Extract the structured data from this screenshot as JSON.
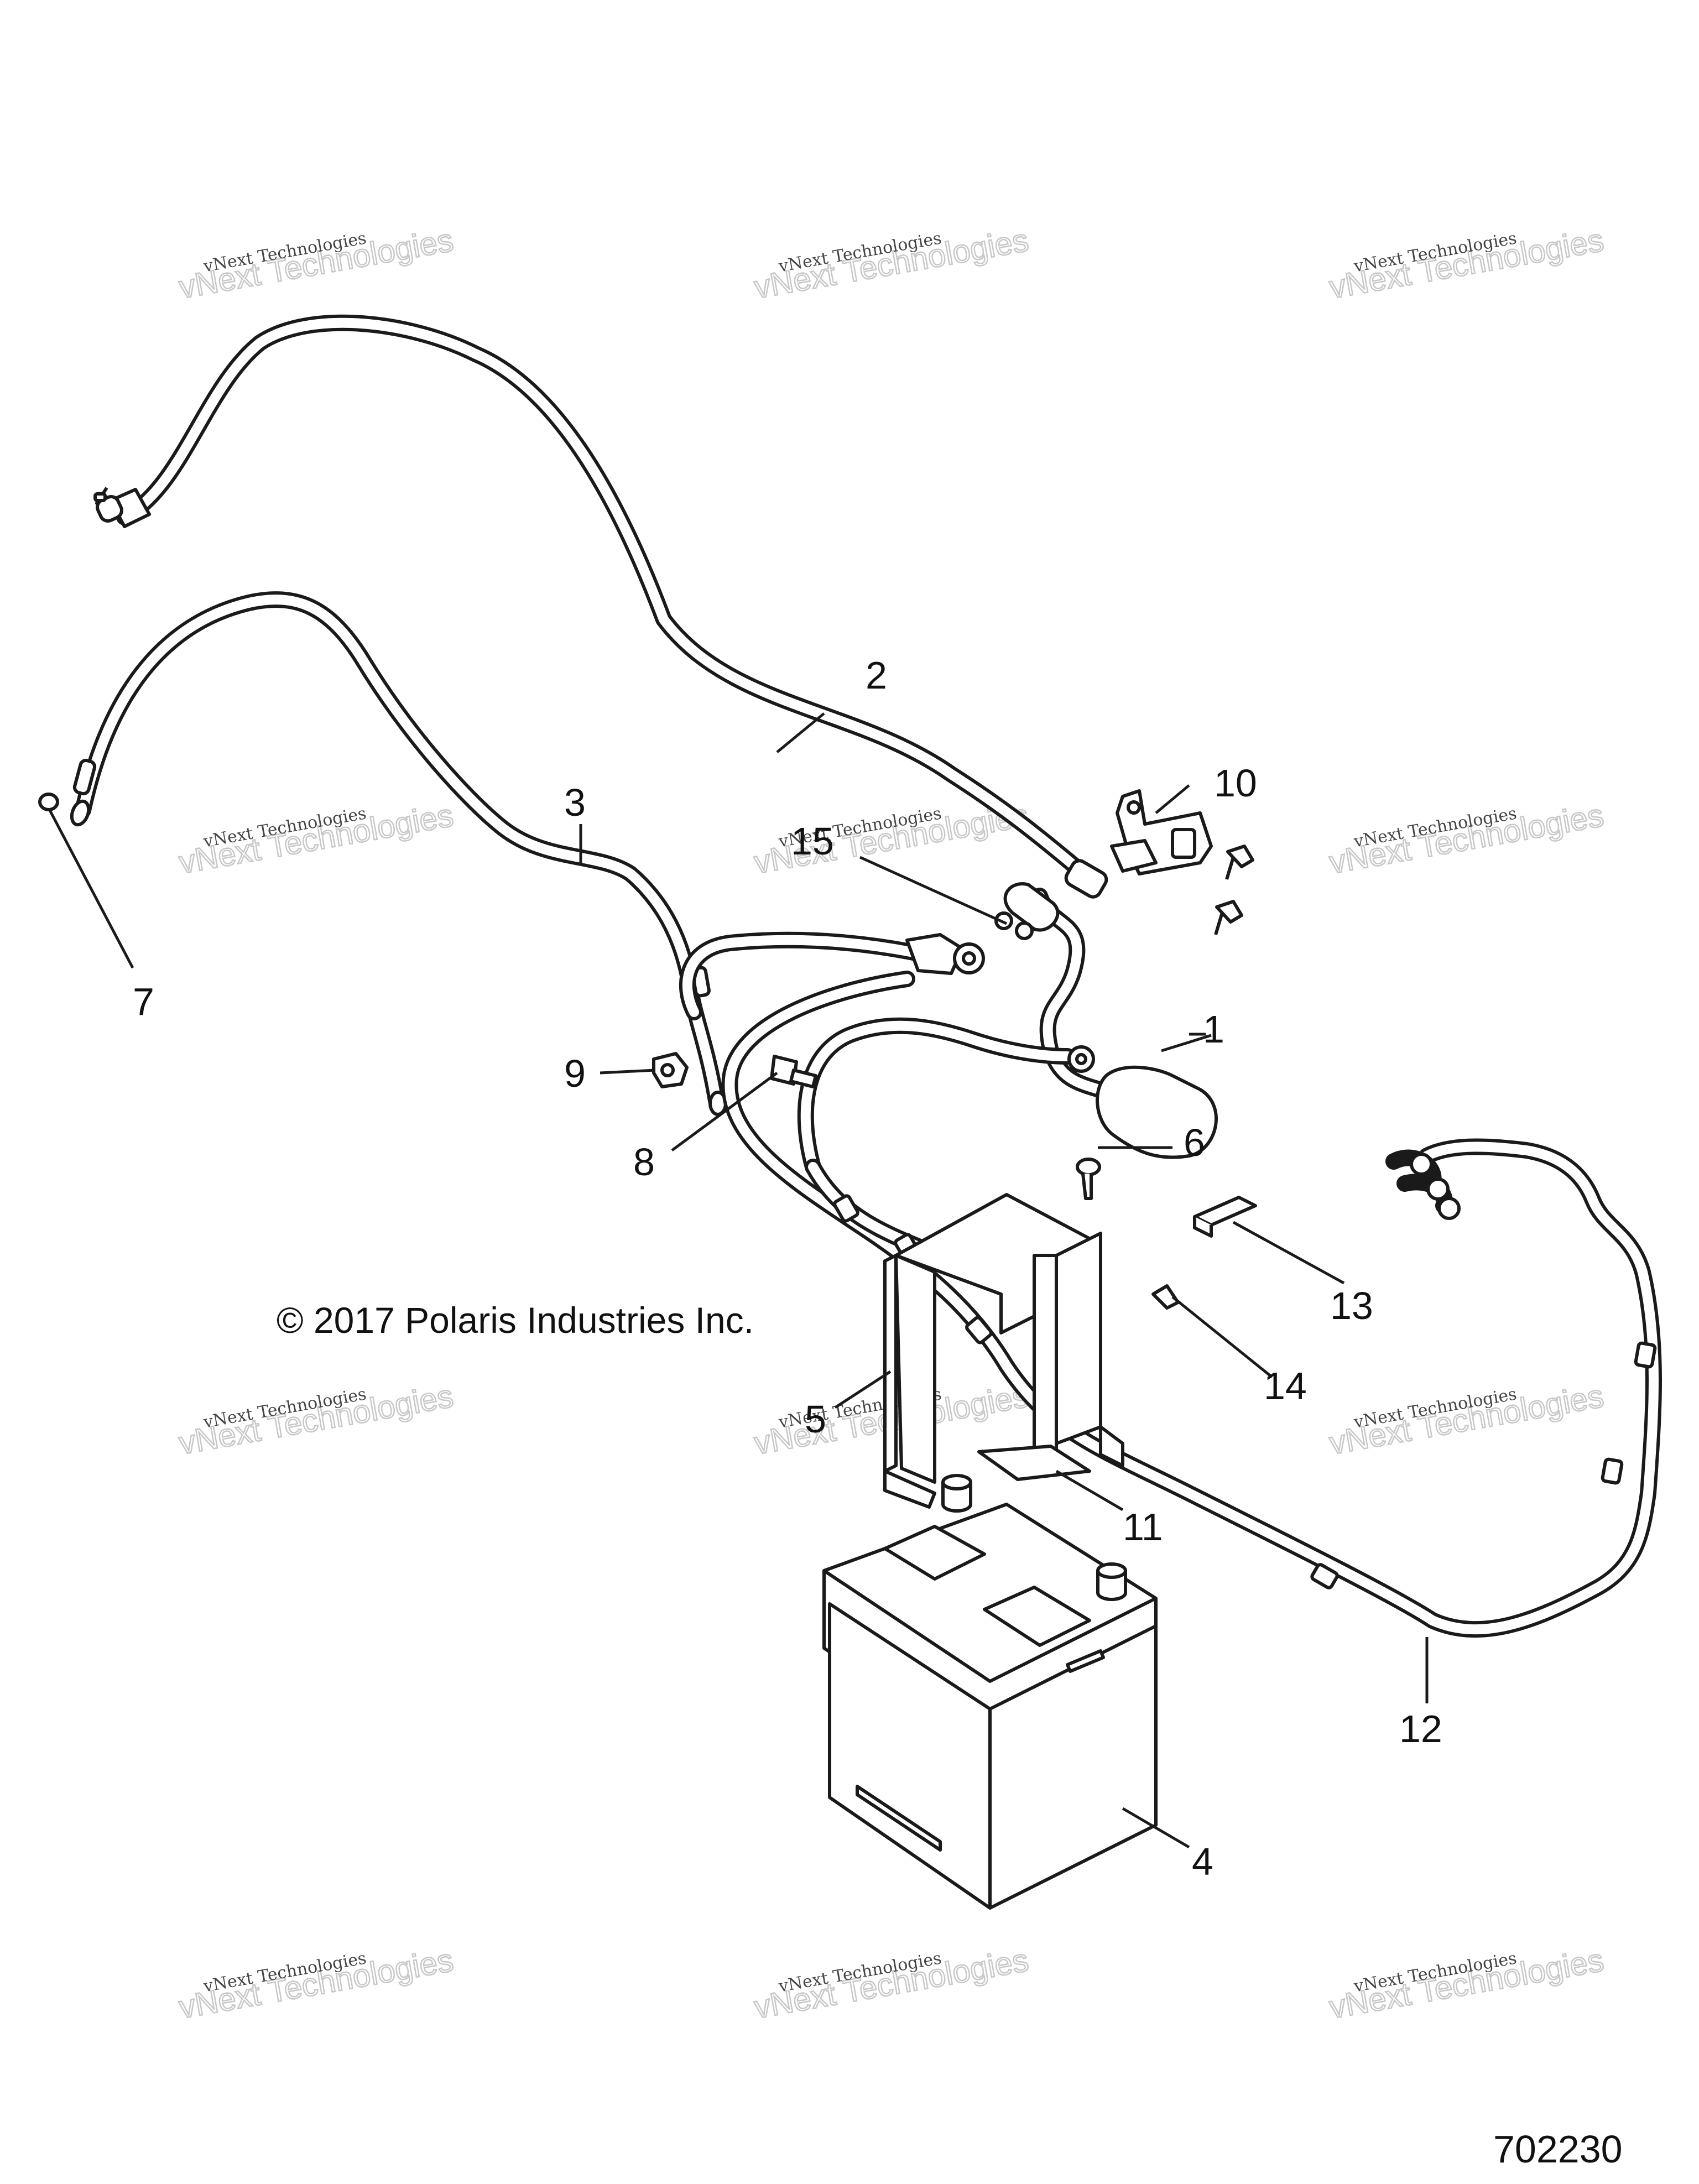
{
  "copyright": "© 2017 Polaris Industries Inc.",
  "figure_number": "702230",
  "watermark": {
    "line1": "vNext Technologies",
    "line2": "vNext Technologies"
  },
  "callouts": [
    "1",
    "2",
    "3",
    "4",
    "5",
    "6",
    "7",
    "8",
    "9",
    "10",
    "11",
    "12",
    "13",
    "14",
    "15"
  ]
}
